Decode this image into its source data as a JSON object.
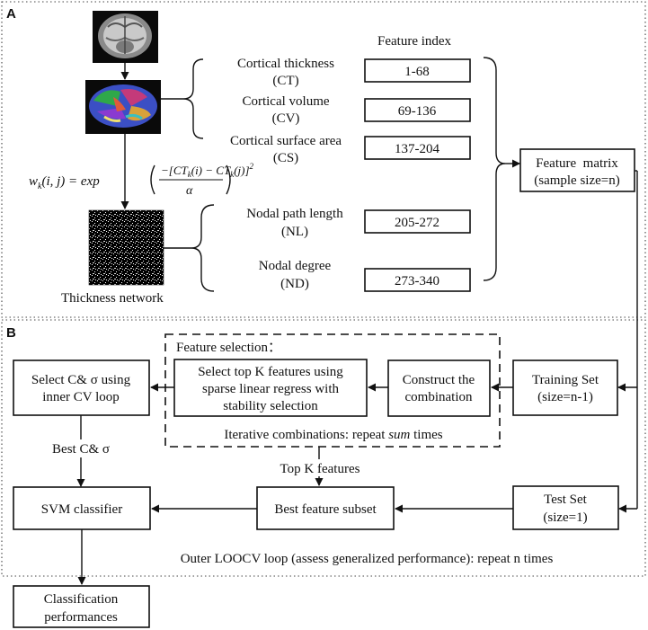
{
  "panel_a": {
    "label": "A",
    "feature_index_title": "Feature index",
    "features": [
      {
        "name": "Cortical thickness",
        "abbr": "(CT)",
        "index": "1-68"
      },
      {
        "name": "Cortical volume",
        "abbr": "(CV)",
        "index": "69-136"
      },
      {
        "name": "Cortical surface area",
        "abbr": "(CS)",
        "index": "137-204"
      },
      {
        "name": "Nodal path length",
        "abbr": "(NL)",
        "index": "205-272"
      },
      {
        "name": "Nodal degree",
        "abbr": "(ND)",
        "index": "273-340"
      }
    ],
    "formula": {
      "lhs": "w",
      "lhs_sub": "k",
      "lhs_args": "(i, j) = exp",
      "numerator": "−[CT",
      "numerator_sub": "k",
      "numerator_mid": "(i) − CT",
      "numerator_sub2": "k",
      "numerator_end": "(j)]",
      "numerator_sup": "2",
      "denominator": "α"
    },
    "network_caption": "Thickness network",
    "feature_matrix": {
      "line1": "Feature  matrix",
      "line2": "(sample size=n)"
    }
  },
  "panel_b": {
    "label": "B",
    "feature_selection_title": "Feature selection：",
    "select_topk": {
      "line1": "Select top K features using",
      "line2": "sparse linear regress with",
      "line3": "stability selection"
    },
    "construct": {
      "line1": "Construct the",
      "line2": "combination"
    },
    "iterative": {
      "prefix": "Iterative combinations: repeat ",
      "emph": "sum",
      "suffix": " times"
    },
    "training_set": {
      "line1": "Training Set",
      "line2": "(size=n-1)"
    },
    "select_c": {
      "line1": "Select C& σ using",
      "line2": "inner CV loop"
    },
    "best_c": "Best C& σ",
    "top_k": "Top K features",
    "svm": "SVM classifier",
    "best_subset": "Best feature subset",
    "test_set": {
      "line1": "Test Set",
      "line2": "(size=1)"
    },
    "outer_loop": "Outer LOOCV loop (assess generalized performance): repeat n times",
    "classification": {
      "line1": "Classification",
      "line2": "performances"
    }
  }
}
